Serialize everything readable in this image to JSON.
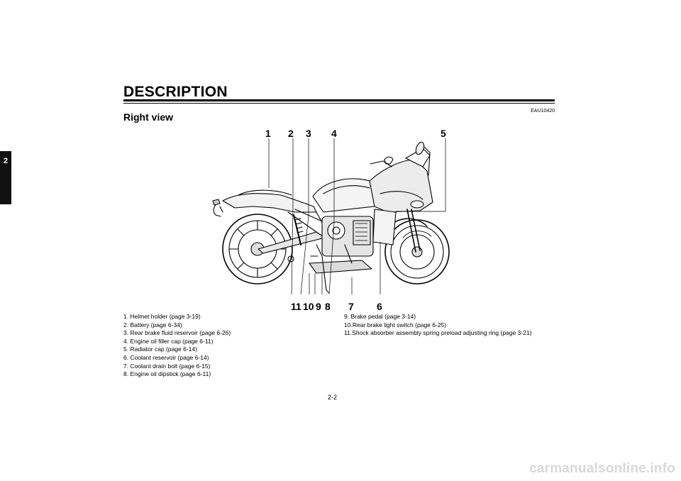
{
  "header": {
    "section_title": "DESCRIPTION",
    "section_tab": "2"
  },
  "reference_code": "EAU10420",
  "view_title": "Right view",
  "callouts": {
    "top": [
      "1",
      "2",
      "3",
      "4",
      "5"
    ],
    "bottom": [
      "11",
      "10",
      "9",
      "8",
      "7",
      "6"
    ]
  },
  "legend": {
    "left": [
      "1. Helmet holder (page 3-19)",
      "2. Battery (page 6-34)",
      "3. Rear brake fluid reservoir (page 6-26)",
      "4. Engine oil filler cap (page 6-11)",
      "5. Radiator cap (page 6-14)",
      "6. Coolant reservoir (page 6-14)",
      "7. Coolant drain bolt (page 6-15)",
      "8. Engine oil dipstick (page 6-11)"
    ],
    "right": [
      "9.  Brake pedal (page 3-14)",
      "10.Rear brake light switch (page 6-25)",
      "11.Shock absorber assembly spring preload adjusting ring (page 3-21)"
    ]
  },
  "page_number": "2-2",
  "watermark": "carmanualsonline.info"
}
